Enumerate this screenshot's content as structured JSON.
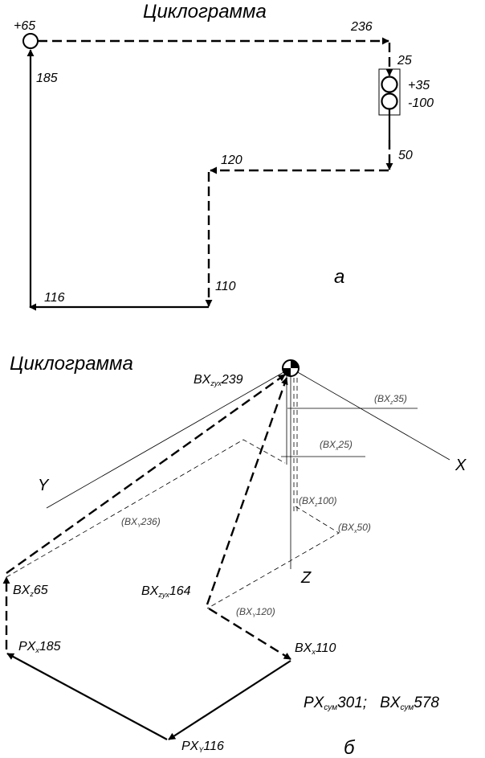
{
  "panel_a": {
    "title": "Циклограмма",
    "labels": {
      "start": "+65",
      "move_236": "236",
      "move_25": "25",
      "grip_plus": "+35",
      "grip_minus": "-100",
      "move_50": "50",
      "move_120": "120",
      "move_110": "110",
      "move_116": "116",
      "move_185": "185"
    },
    "letter": "а"
  },
  "panel_b": {
    "title": "Циклограмма",
    "labels": {
      "bx_zyx_239": {
        "main": "BX",
        "sub": "zyx",
        "val": "239"
      },
      "bx_z35": {
        "open": "(BX",
        "sub": "z",
        "val": "35)"
      },
      "bx_x25": {
        "open": "(BX",
        "sub": "x",
        "val": "25)"
      },
      "bx_z100": {
        "open": "(BX",
        "sub": "z",
        "val": "100)"
      },
      "bx_x50": {
        "open": "(BX",
        "sub": "x",
        "val": "50)"
      },
      "bx_y236": {
        "open": "(BX",
        "sub": "Y",
        "val": "236)"
      },
      "bx_y120": {
        "open": "(BX",
        "sub": "Y",
        "val": "120)"
      },
      "bx_z65": {
        "main": "BX",
        "sub": "z",
        "val": "65"
      },
      "bx_zyx_164": {
        "main": "BX",
        "sub": "zyx",
        "val": "164"
      },
      "px_x185": {
        "main": "PX",
        "sub": "x",
        "val": "185"
      },
      "bx_x110": {
        "main": "BX",
        "sub": "x",
        "val": "110"
      },
      "px_y116": {
        "main": "PX",
        "sub": "Y",
        "val": "116"
      }
    },
    "axes": {
      "x": "X",
      "y": "Y",
      "z": "Z"
    },
    "summary": {
      "px": "PX",
      "px_sub": "сум",
      "px_val": "301;",
      "bx": "BX",
      "bx_sub": "сум",
      "bx_val": "578"
    },
    "letter": "б"
  }
}
